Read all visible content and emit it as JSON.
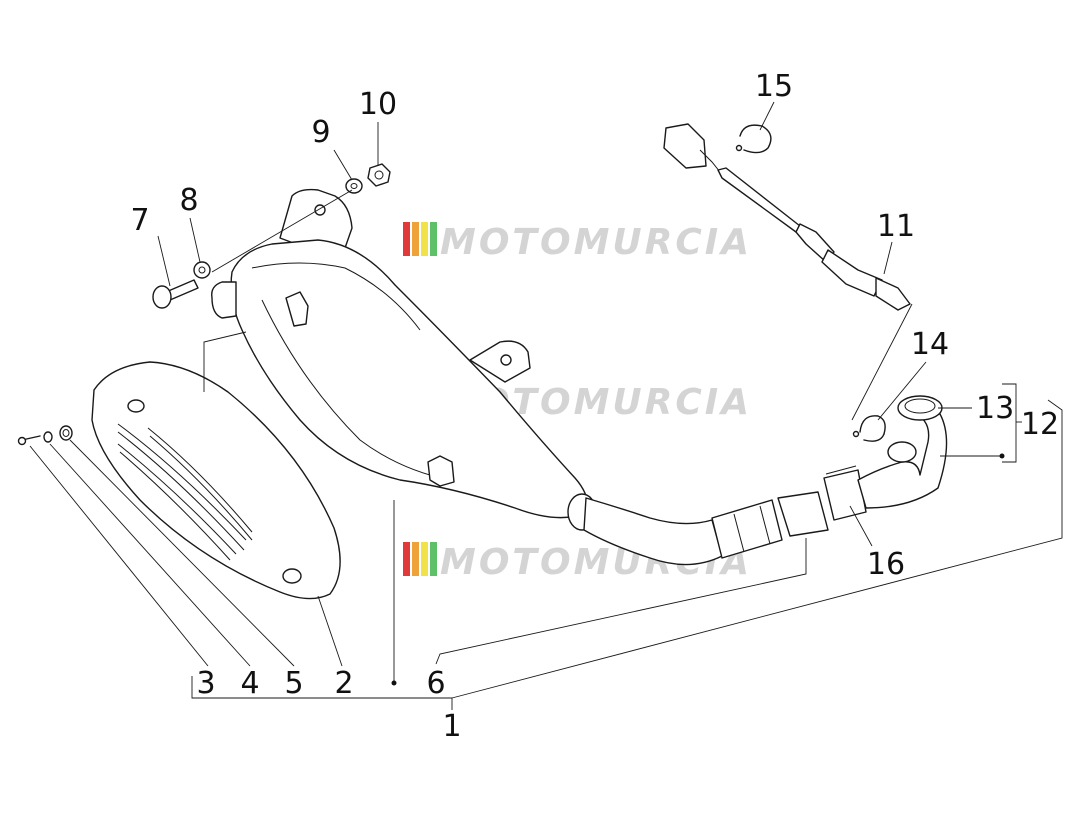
{
  "watermark": {
    "text": "MOTOMURCIA",
    "stripe_colors": [
      "#e03a3a",
      "#f0a23a",
      "#f2e24a",
      "#5fc06a"
    ],
    "text_color": "#d4d4d4"
  },
  "callouts": [
    {
      "id": "1",
      "label": "1"
    },
    {
      "id": "2",
      "label": "2"
    },
    {
      "id": "3",
      "label": "3"
    },
    {
      "id": "4",
      "label": "4"
    },
    {
      "id": "5",
      "label": "5"
    },
    {
      "id": "6",
      "label": "6"
    },
    {
      "id": "7",
      "label": "7"
    },
    {
      "id": "8",
      "label": "8"
    },
    {
      "id": "9",
      "label": "9"
    },
    {
      "id": "10",
      "label": "10"
    },
    {
      "id": "11",
      "label": "11"
    },
    {
      "id": "12",
      "label": "12"
    },
    {
      "id": "13",
      "label": "13"
    },
    {
      "id": "14",
      "label": "14"
    },
    {
      "id": "15",
      "label": "15"
    },
    {
      "id": "16",
      "label": "16"
    }
  ]
}
